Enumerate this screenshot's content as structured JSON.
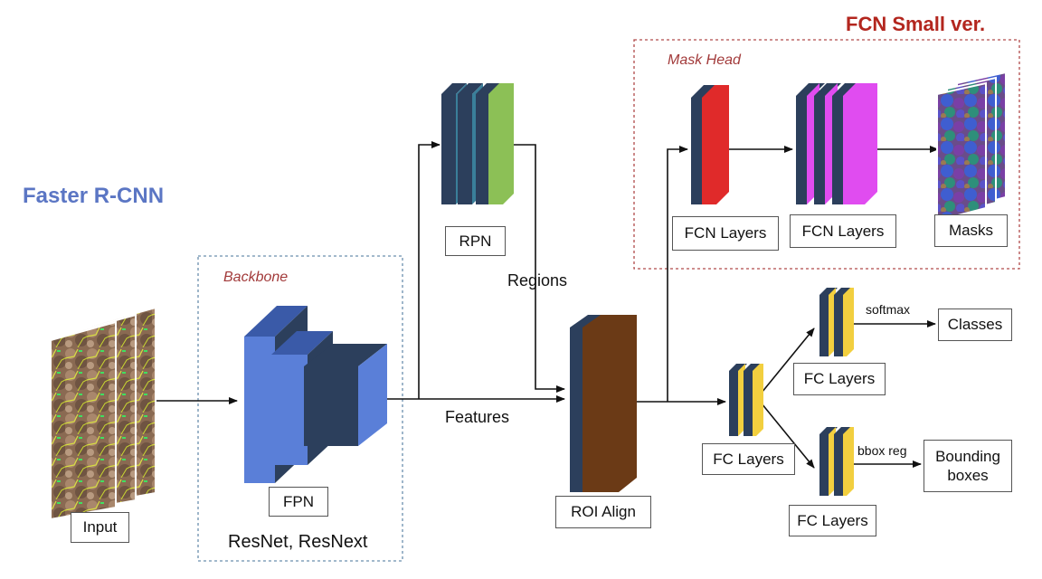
{
  "titles": {
    "faster_rcnn": "Faster R-CNN",
    "fcn_small": "FCN Small ver."
  },
  "regions": {
    "backbone": "Backbone",
    "mask_head": "Mask Head"
  },
  "labels": {
    "input": "Input",
    "fpn": "FPN",
    "resnet": "ResNet, ResNext",
    "rpn": "RPN",
    "regions": "Regions",
    "features": "Features",
    "roi_align": "ROI Align",
    "fcn_layers_1": "FCN Layers",
    "fcn_layers_2": "FCN Layers",
    "masks": "Masks",
    "fc_layers_main": "FC Layers",
    "fc_layers_cls": "FC Layers",
    "fc_layers_bbox": "FC Layers",
    "softmax": "softmax",
    "bbox_reg": "bbox reg",
    "classes": "Classes",
    "bounding_boxes": "Bounding boxes"
  },
  "colors": {
    "title_blue": "#5B76C4",
    "title_red": "#B3261E",
    "region_red": "#A23A3A",
    "fpn_blue": "#5A7FD8",
    "dark_side": "#2C3F5C",
    "rpn_green": "#8CC056",
    "roi_brown": "#6B3A16",
    "fcn_red": "#E02A2A",
    "fcn_magenta": "#E04CF0",
    "fc_yellow": "#F2CF3F"
  }
}
